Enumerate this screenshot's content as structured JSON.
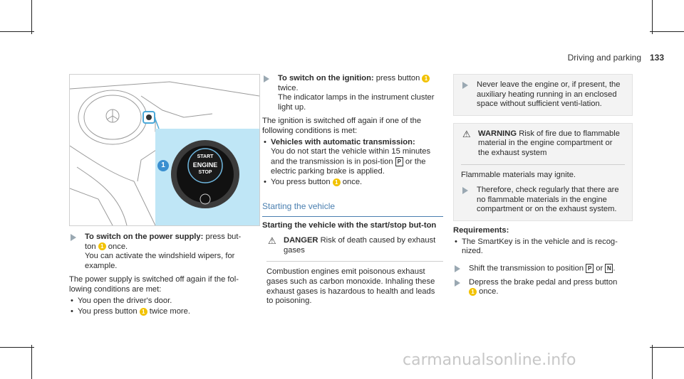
{
  "header": {
    "section": "Driving and parking",
    "page": "133"
  },
  "figure": {
    "callout": "1",
    "button_line1": "START",
    "button_line2": "ENGINE",
    "button_line3": "STOP"
  },
  "col1": {
    "step_title": "To switch on the power supply:",
    "step_text_a": " press but-",
    "step_text_b": "ton",
    "step_text_c": " once.",
    "step_text_d": "You can activate the windshield wipers, for example.",
    "para": "The power supply is switched off again if the fol-lowing conditions are met:",
    "bullet1": "You open the driver's door.",
    "bullet2_a": "You press button",
    "bullet2_b": " twice more."
  },
  "col2": {
    "step_title": "To switch on the ignition:",
    "step_text_a": " press button",
    "step_text_b": "twice.",
    "step_text_c": "The indicator lamps in the instrument cluster light up.",
    "para": "The ignition is switched off again if one of the following conditions is met:",
    "bullet1_title": "Vehicles with automatic transmission:",
    "bullet1_text_a": "You do not start the vehicle within 15 minutes and the transmission is in posi-tion",
    "bullet1_gear": "P",
    "bullet1_text_b": " or the electric parking brake is applied.",
    "bullet2_a": "You press button",
    "bullet2_b": " once.",
    "subhead": "Starting the vehicle",
    "heading2": "Starting the vehicle with the start/stop but-ton",
    "danger_label": "DANGER",
    "danger_text": "Risk of death caused by exhaust gases",
    "danger_body": "Combustion engines emit poisonous exhaust gases such as carbon monoxide. Inhaling these exhaust gases is hazardous to health and leads to poisoning."
  },
  "col3": {
    "step1": "Never leave the engine or, if present, the auxiliary heating running in an enclosed space without sufficient venti-lation.",
    "warning_label": "WARNING",
    "warning_text": "Risk of fire due to flammable material in the engine compartment or the exhaust system",
    "warning_body": "Flammable materials may ignite.",
    "step2": "Therefore, check regularly that there are no flammable materials in the engine compartment or on the exhaust system."
  },
  "col4": {
    "req_title": "Requirements:",
    "req_bullet": "The SmartKey is in the vehicle and is recog-nized.",
    "step1_a": "Shift the transmission to position",
    "step1_gear1": "P",
    "step1_or": " or ",
    "step1_gear2": "N",
    "step1_end": ".",
    "step2_a": "Depress the brake pedal and press button",
    "step2_b": " once."
  },
  "callout_num": "1",
  "watermark": "carmanualsonline.info"
}
